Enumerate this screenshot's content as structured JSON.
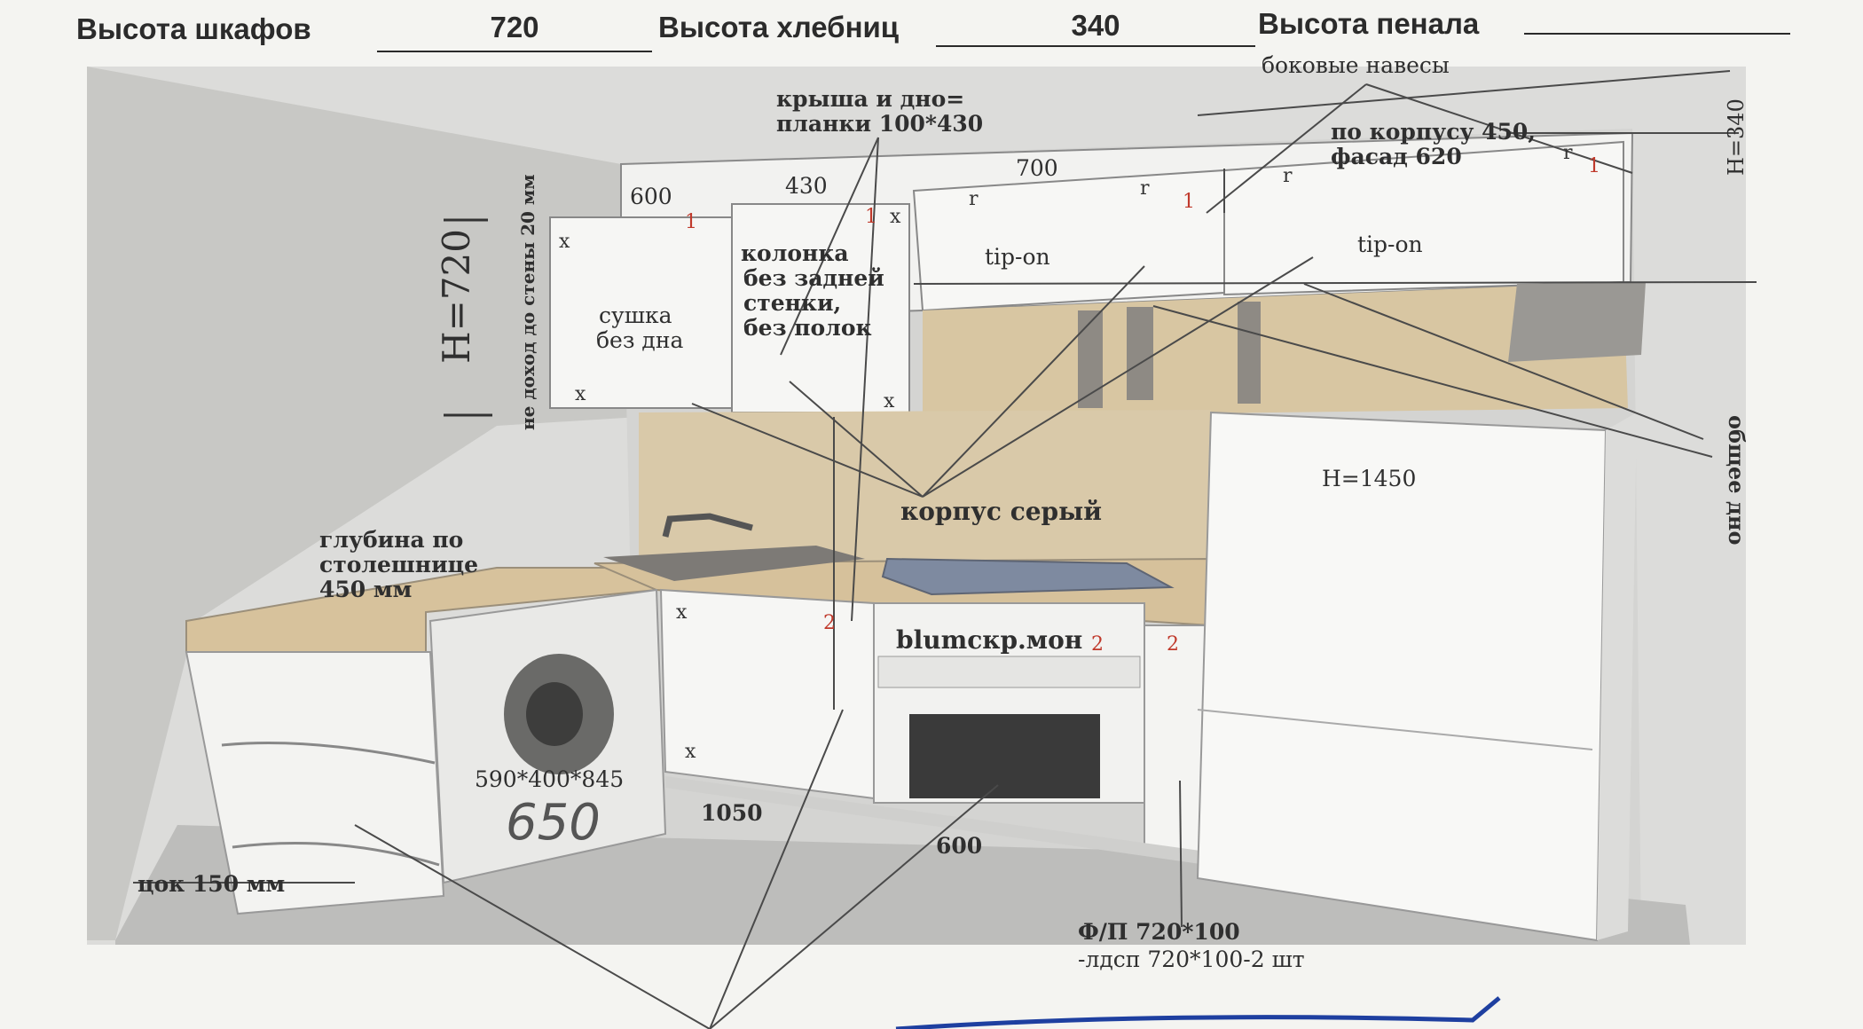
{
  "header": {
    "cabinet_height_label": "Высота шкафов",
    "cabinet_height_value": "720",
    "breadbox_height_label": "Высота хлебниц",
    "breadbox_height_value": "340",
    "pencil_height_label": "Высота пенала",
    "pencil_height_value": ""
  },
  "annotations": {
    "side_hinges": "боковые навесы",
    "roof_bottom_line1": "крыша и дно=",
    "roof_bottom_line2": "планки 100*430",
    "body_facade_line1": "по корпусу 450,",
    "body_facade_line2": "фасад 620",
    "h340": "H=340",
    "dim_600": "600",
    "dim_430": "430",
    "dim_700": "700",
    "h720": "H=720",
    "no_wall": "не доход до стены 20 мм",
    "dryer_line1": "сушка",
    "dryer_line2": "без дна",
    "column_line1": "колонка",
    "column_line2": "без задней",
    "column_line3": "стенки,",
    "column_line4": "без полок",
    "tip_on_1": "tip-on",
    "tip_on_2": "tip-on",
    "common_bottom": "общее дно",
    "h1450": "H=1450",
    "body_gray": "корпус серый",
    "depth_line1": "глубина по",
    "depth_line2": "столешнице",
    "depth_line3": "450 мм",
    "blum": "blumскр.мон",
    "wm_size": "590*400*845",
    "handwritten_650": "650",
    "dim_1050": "1050",
    "dim_600_bottom": "600",
    "plinth": "цок 150 мм",
    "fp": "Ф/П 720*100",
    "ldsp": "-лдсп 720*100-2 шт"
  },
  "marks": {
    "one": "1",
    "two": "2",
    "r": "r",
    "x": "x"
  },
  "colors": {
    "paper": "#f4f4f1",
    "wall": "#c9c9c6",
    "backsplash": "#d9c9a9",
    "countertop": "#d7c29c",
    "cabinet": "#f6f6f4",
    "red_mark": "#c0392b",
    "ink": "#2f2f2f"
  }
}
